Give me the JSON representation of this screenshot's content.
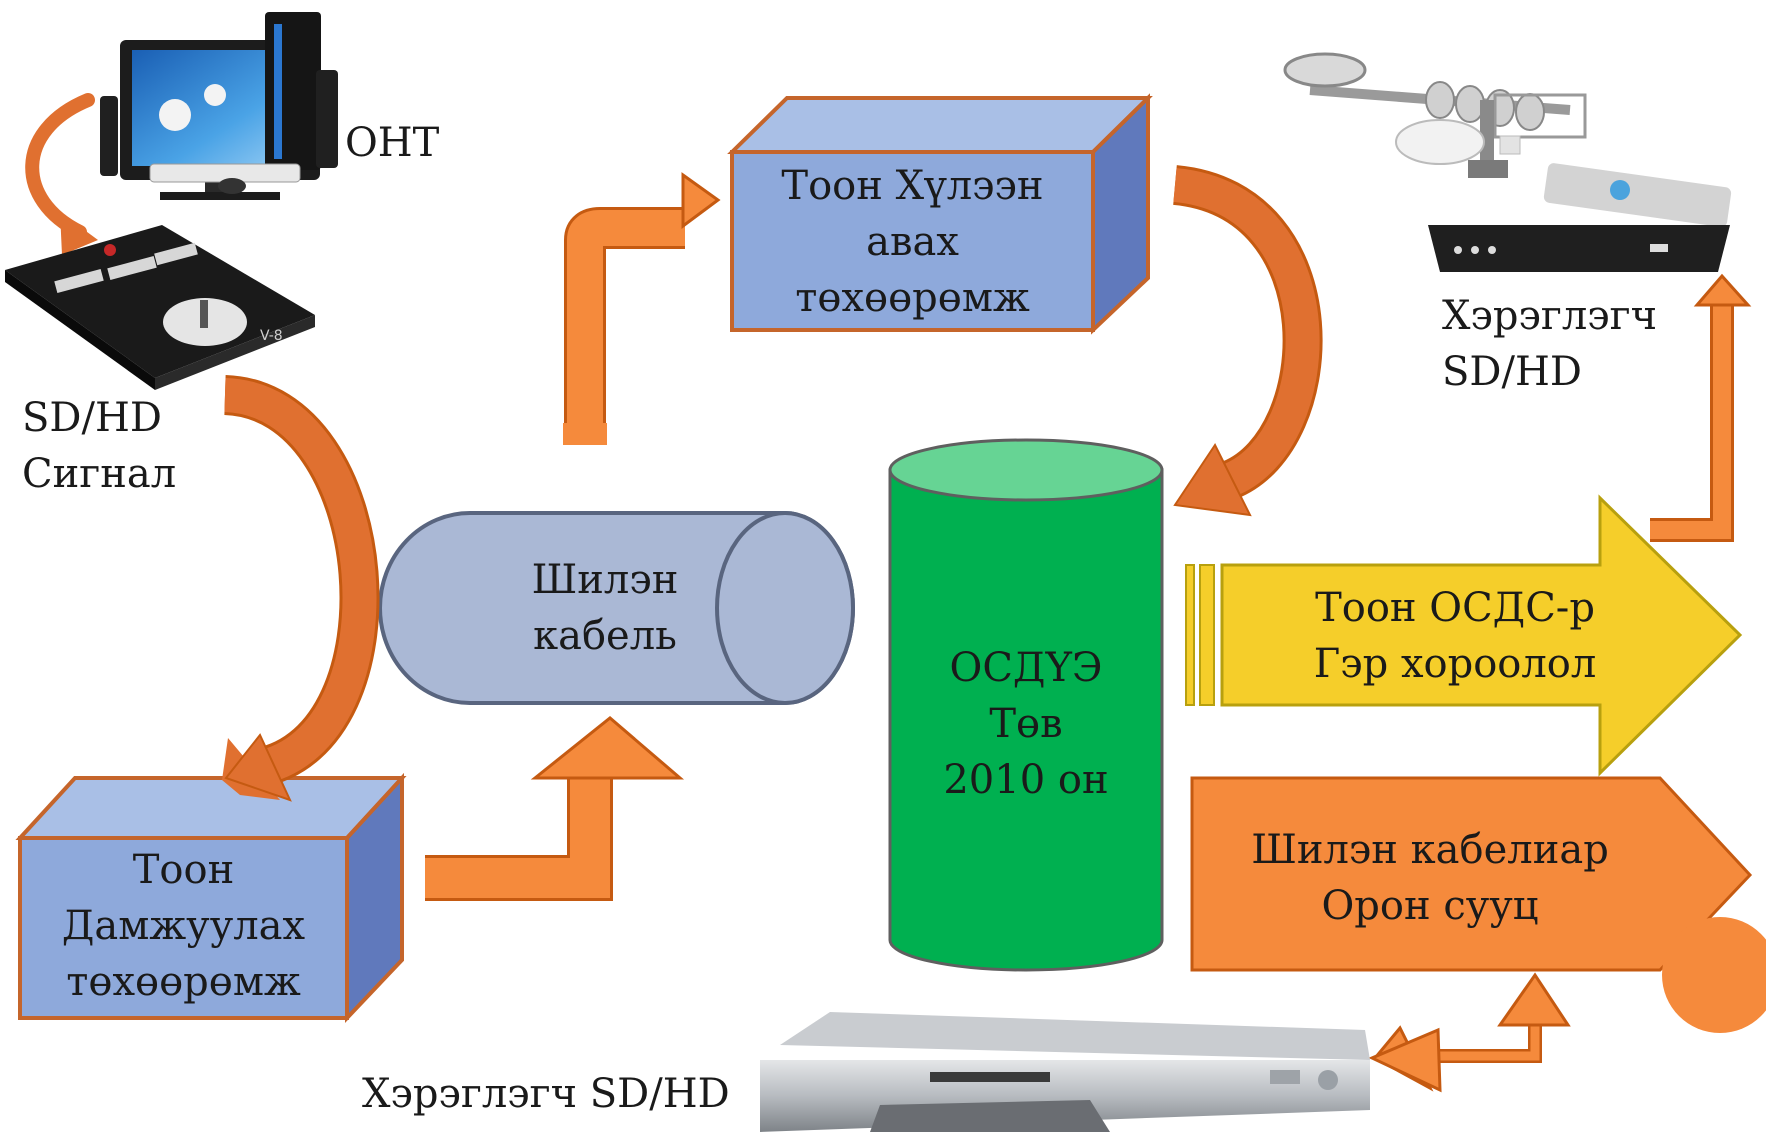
{
  "labels": {
    "oht": "ОНТ",
    "signal": [
      "SD/HD",
      "Сигнал"
    ],
    "receiver_box": [
      "Тоон Хүлээн",
      "авах",
      "төхөөрөмж"
    ],
    "user_top": [
      "Хэрэглэгч",
      "SD/HD"
    ],
    "cable": [
      "Шилэн",
      "кабель"
    ],
    "center": [
      "ОСДҮЭ",
      "Төв",
      "2010 он"
    ],
    "yellow_arrow": [
      "Тоон ОСДС-р",
      "Гэр хороолол"
    ],
    "orange_arrow": [
      "Шилэн кабелиар",
      "Орон сууц"
    ],
    "transmit_box": [
      "Тоон",
      "Дамжуулах",
      "төхөөрөмж"
    ],
    "user_bottom": "Хэрэглэгч SD/HD"
  },
  "colors": {
    "box_front": "#8EA9DB",
    "box_top": "#A9BFE6",
    "box_side": "#6079BC",
    "box_border": "#C5652B",
    "arrow_orange": "#F58A3C",
    "arrow_orange_border": "#C55A11",
    "curve_orange": "#E07030",
    "cable_fill": "#AAB8D5",
    "cable_border": "#59657F",
    "cylinder_body": "#00B050",
    "cylinder_top": "#66D494",
    "yellow_fill": "#F5CE2A",
    "yellow_border": "#B8A00E",
    "orange_block": "#F58A3C",
    "corner_circle": "#F58A3C"
  }
}
